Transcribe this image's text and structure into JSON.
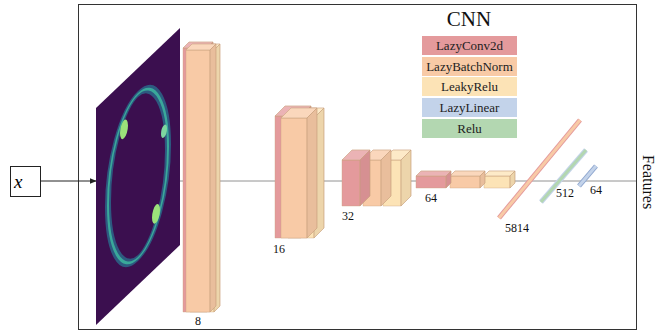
{
  "diagram": {
    "nodes": [
      {
        "text": [
          "x⃗"
        ]
      }
    ],
    "labels": [
      "CNN",
      "8",
      "16",
      "32",
      "64",
      "5814",
      "512",
      "64",
      "Features"
    ],
    "legend": [
      {
        "text": "LazyConv2d",
        "color": "#e49a9c"
      },
      {
        "text": "LazyBatchNorm",
        "color": "#f8caa6"
      },
      {
        "text": "LeakyRelu",
        "color": "#fce3b6"
      },
      {
        "text": "LazyLinear",
        "color": "#c3d3ea"
      },
      {
        "text": "Relu",
        "color": "#b3d7b1"
      }
    ]
  }
}
